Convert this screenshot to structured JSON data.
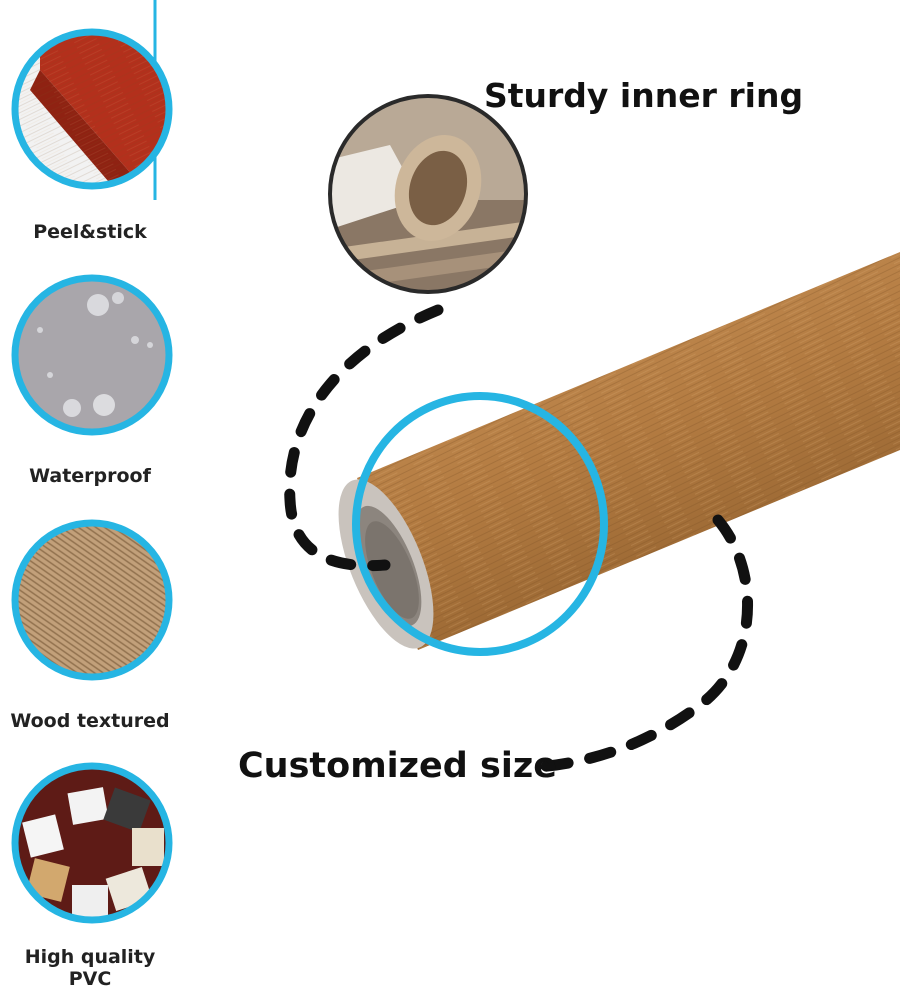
{
  "features": [
    {
      "label": "Peel&stick",
      "icon": "peel-stick-swatch-icon"
    },
    {
      "label": "Waterproof",
      "icon": "water-droplets-icon"
    },
    {
      "label": "Wood textured",
      "icon": "wood-grain-texture-icon"
    },
    {
      "label": "High quality PVC",
      "icon": "pvc-rolls-icon"
    }
  ],
  "callouts": {
    "inner_ring": "Sturdy inner ring",
    "size": "Customized size"
  },
  "colors": {
    "accent": "#26b5e3",
    "wood": "#b27a40",
    "dash": "#111111"
  }
}
